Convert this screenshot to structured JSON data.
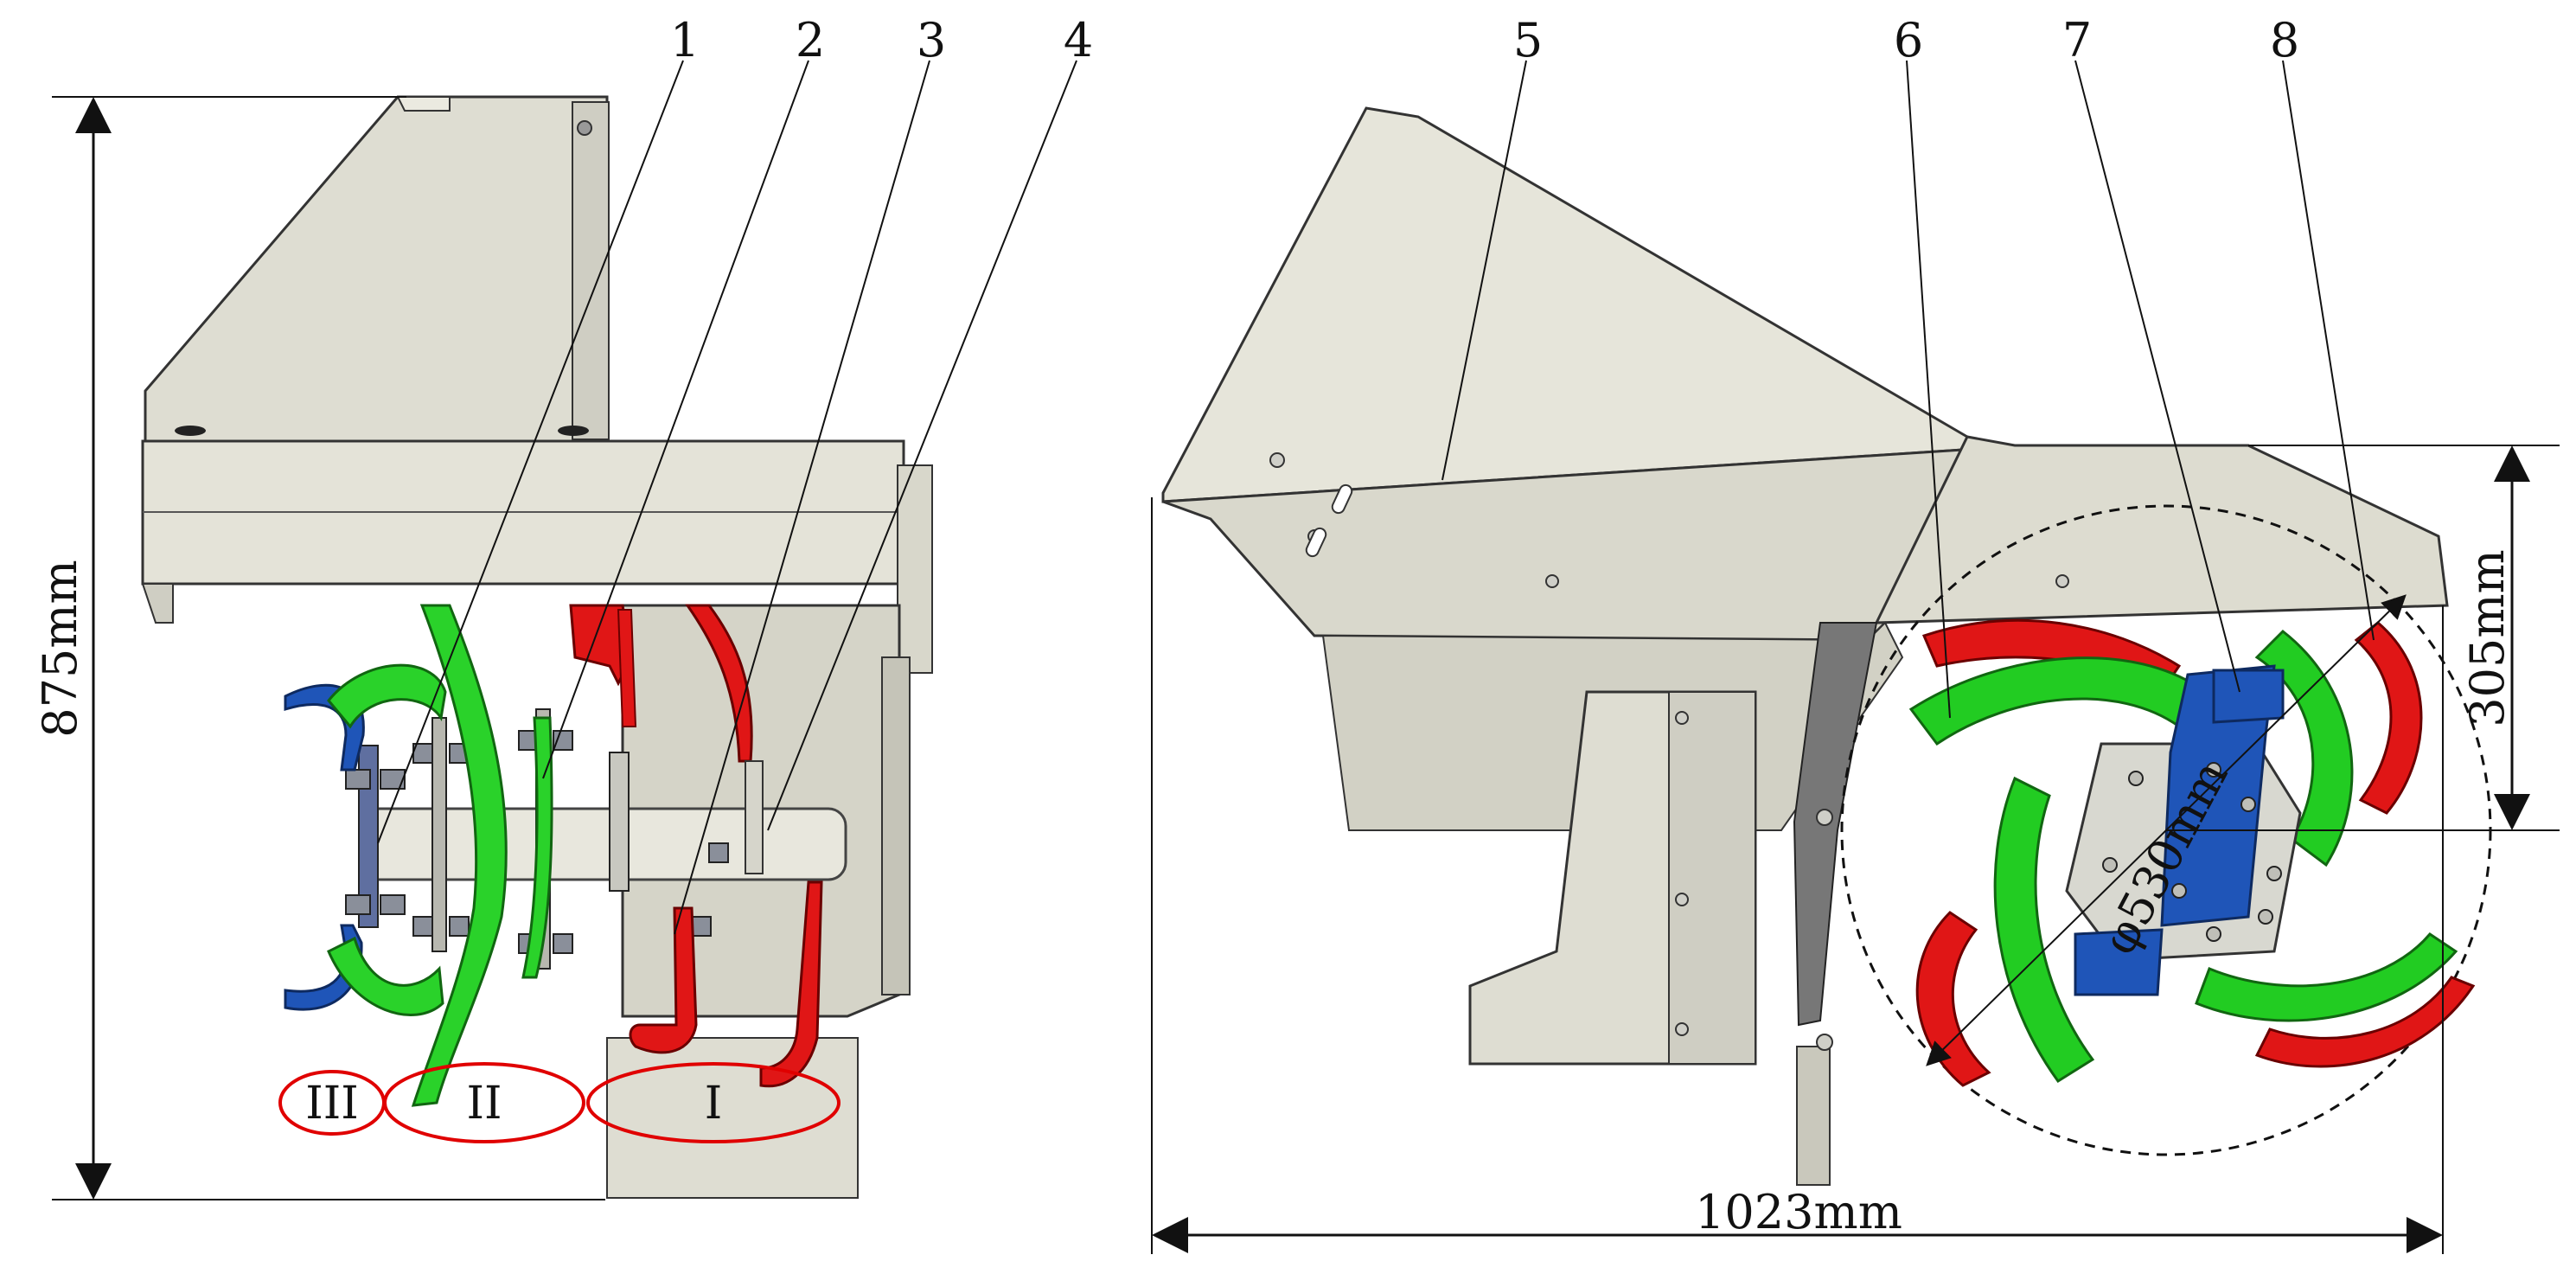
{
  "callouts": {
    "left": [
      "1",
      "2",
      "3",
      "4"
    ],
    "right": [
      "5",
      "6",
      "7",
      "8"
    ]
  },
  "dimensions": {
    "height": "875mm",
    "length": "1023mm",
    "depth": "305mm",
    "diameter": "φ530mm"
  },
  "zones": [
    "III",
    "II",
    "I"
  ],
  "colors": {
    "frame": "#deddd2",
    "frame_dark": "#c9c8bc",
    "frame_light": "#ebeae0",
    "red_blade": "#e01616",
    "green_blade": "#22cc22",
    "blue_blade": "#1f55b8",
    "zone_ring": "#e00000",
    "line": "#111111"
  }
}
